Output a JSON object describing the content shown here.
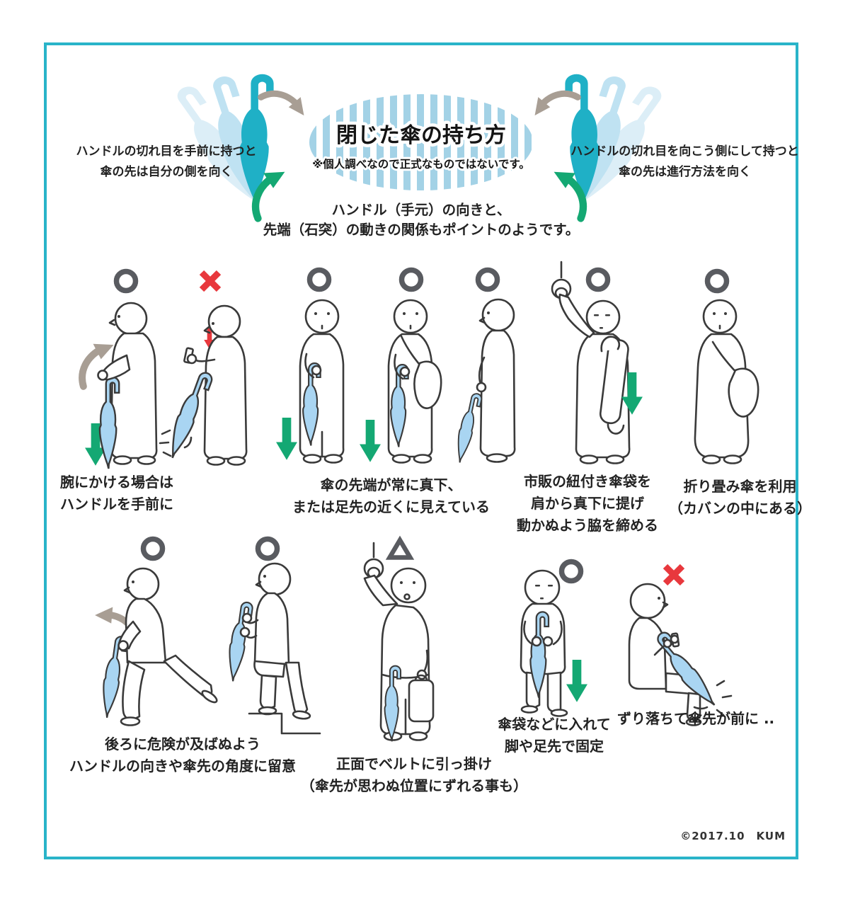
{
  "header": {
    "title": "閉じた傘の持ち方",
    "disclaimer": "※個人調べなので正式なものではないです。",
    "left_note": {
      "line1": "ハンドルの切れ目を手前に持つと",
      "line2": "傘の先は自分の側を向く"
    },
    "right_note": {
      "line1": "ハンドルの切れ目を向こう側にして持つと",
      "line2": "傘の先は進行方法を向く"
    },
    "point_note": {
      "line1": "ハンドル（手元）の向きと、",
      "line2": "先端（石突）の動きの関係もポイントのようです。"
    }
  },
  "row1": {
    "arm_caption": {
      "line1": "腕にかける場合は",
      "line2": "ハンドルを手前に"
    },
    "tip_caption": {
      "line1": "傘の先端が常に真下、",
      "line2": "または足先の近くに見えている"
    },
    "bag_caption": {
      "line1": "市販の紐付き傘袋を",
      "line2": "肩から真下に提げ",
      "line3": "動かぬよう脇を締める"
    },
    "folding_caption": {
      "line1": "折り畳み傘を利用",
      "line2": "（カバンの中にある）"
    }
  },
  "row2": {
    "walk_caption": {
      "line1": "後ろに危険が及ばぬよう",
      "line2": "ハンドルの向きや傘先の角度に留意"
    },
    "belt_caption": {
      "line1": "正面でベルトに引っ掛け",
      "line2": "（傘先が思わぬ位置にずれる事も）"
    },
    "seat_ok_caption": {
      "line1": "傘袋などに入れて",
      "line2": "脚や足先で固定"
    },
    "seat_bad_caption": {
      "line1": "ずり落ちて傘先が前に .."
    }
  },
  "footer": {
    "copyright": "©2017.10　KUM"
  },
  "marks": {
    "good": "○",
    "bad": "✕",
    "caution": "△"
  },
  "colors": {
    "frame_teal": "#29b4c9",
    "stripe_blue": "#a3d2e6",
    "umbrella_teal": "#1fb0c6",
    "umbrella_ghost": "#c9e6f3",
    "figure_umbrella_blue": "#a9d5f2",
    "mark_gray": "#595b60",
    "mark_red": "#e8383d",
    "arrow_green": "#14a873",
    "arrow_taupe": "#a89e94",
    "ink": "#2b2b2b"
  }
}
